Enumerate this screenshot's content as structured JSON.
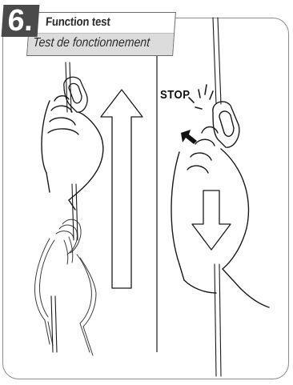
{
  "step": {
    "number": "6."
  },
  "title": {
    "english": "Function test",
    "french": "Test de fonctionnement"
  },
  "illustration": {
    "stop_label": "STOP",
    "left_scene": "pull-up-arrow",
    "right_scene": "release-down-arrow"
  },
  "colors": {
    "badge": "#4a4a4a",
    "panel_border": "#8c8c8c",
    "band": "#dcdcdc"
  }
}
